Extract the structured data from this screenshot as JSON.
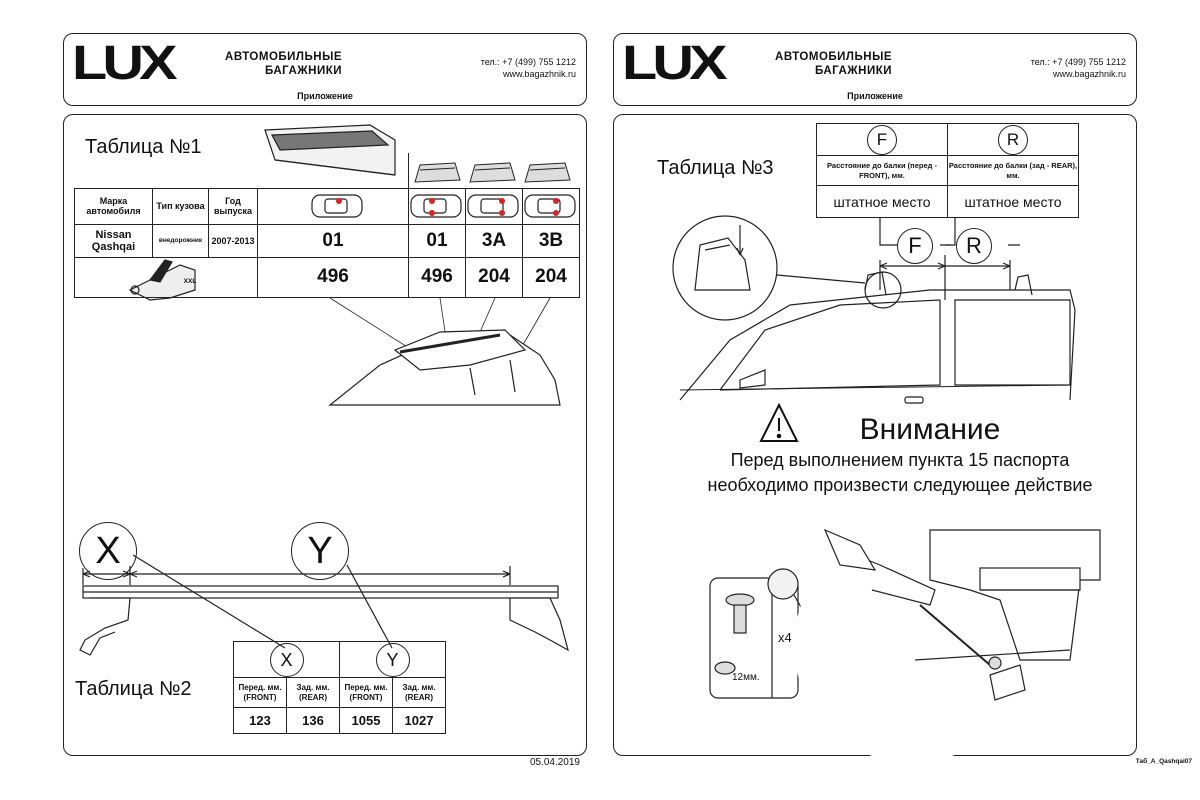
{
  "header": {
    "logo": "LUX",
    "brand_line1": "АВТОМОБИЛЬНЫЕ",
    "brand_line2": "БАГАЖНИКИ",
    "phone": "тел.: +7 (499) 755 1212",
    "site": "www.bagazhnik.ru",
    "appendix": "Приложение"
  },
  "page1": {
    "table1_title": "Таблица №1",
    "table1": {
      "headers": {
        "brand": "Марка автомобиля",
        "body": "Тип кузова",
        "year": "Год выпуска"
      },
      "row": {
        "brand": "Nissan Qashqai",
        "body": "внедорожник",
        "year": "2007-2013"
      },
      "codes": [
        "01",
        "01",
        "3A",
        "3B"
      ],
      "lengths": [
        "496",
        "496",
        "204",
        "204"
      ]
    },
    "bracket_label": "XXL",
    "x_label": "X",
    "y_label": "Y",
    "table2_title": "Таблица №2",
    "table2": {
      "x_label": "X",
      "y_label": "Y",
      "headers": [
        "Перед. мм. (FRONT)",
        "Зад. мм. (REAR)",
        "Перед. мм. (FRONT)",
        "Зад. мм. (REAR)"
      ],
      "values": [
        "123",
        "136",
        "1055",
        "1027"
      ]
    },
    "date": "05.04.2019"
  },
  "page2": {
    "table3_title": "Таблица №3",
    "table3": {
      "f_label": "F",
      "r_label": "R",
      "f_desc": "Расстояние до балки (перед - FRONT), мм.",
      "r_desc": "Расстояние до балки (зад - REAR), мм.",
      "f_value": "штатное место",
      "r_value": "штатное место"
    },
    "f_marker": "F",
    "r_marker": "R",
    "warning_title": "Внимание",
    "warning_line1": "Перед выполнением пункта 15 паспорта",
    "warning_line2": "необходимо произвести следующее действие",
    "bolt_count": "x4",
    "washer_size": "12мм.",
    "doc_code": "Таб_A_Qashqai07"
  }
}
